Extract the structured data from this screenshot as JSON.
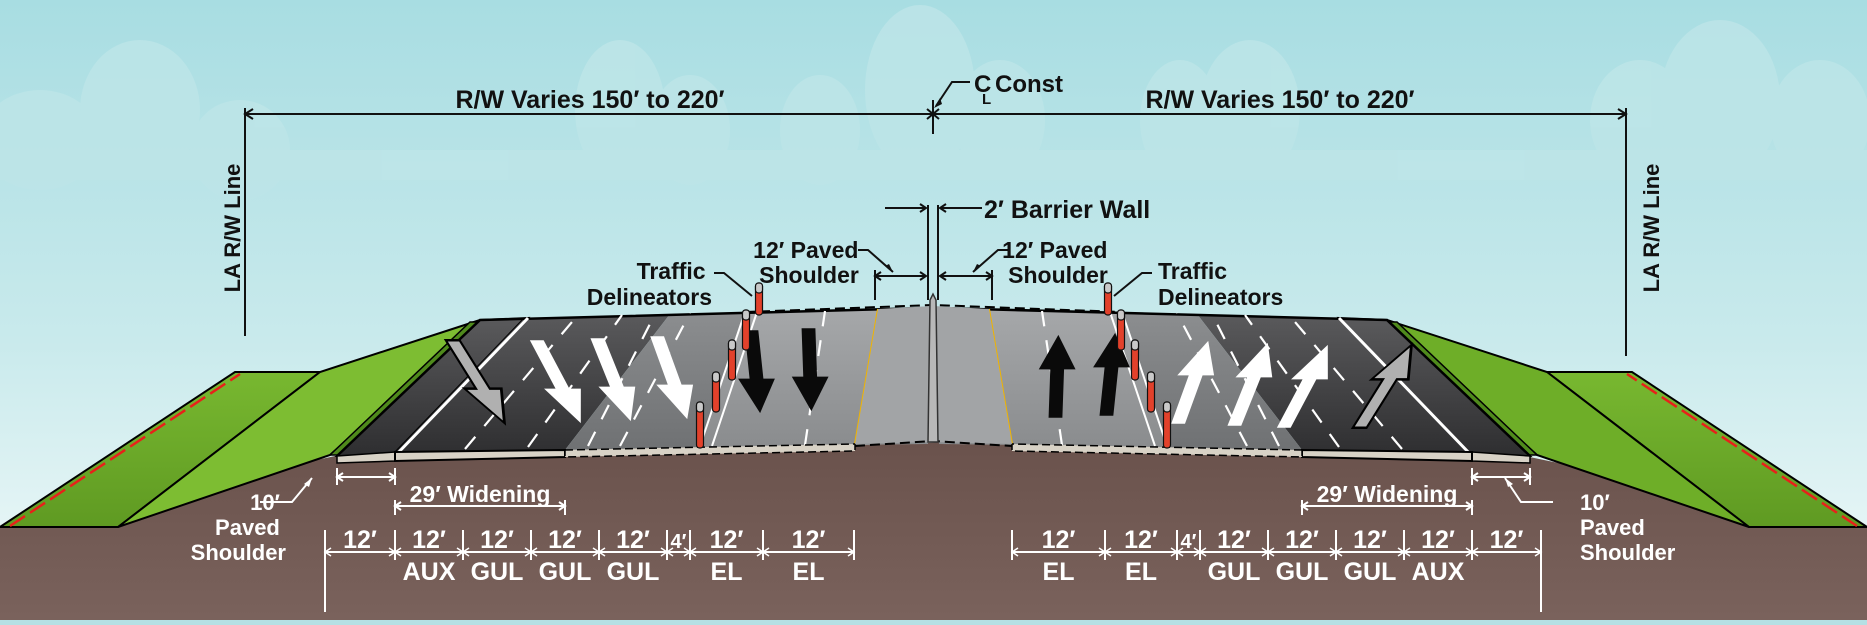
{
  "colors": {
    "sky_top": "#a8dde2",
    "sky_bottom": "#eef8f8",
    "cloud": "#bfe6e9",
    "soil": "#6e5650",
    "grass": "#6ba82a",
    "grass_dark": "#4f8a1c",
    "asphalt_dark": "#3c3c3e",
    "asphalt_light": "#9a9c9e",
    "concrete": "#d8d2c6",
    "delineator_red": "#e2412b",
    "yellow_edge": "#f0b400",
    "slope_stake": "#e8201a"
  },
  "top": {
    "rw_left": "R/W Varies 150′ to 220′",
    "rw_right": "R/W Varies 150′ to 220′",
    "centerline_symbol": "C",
    "centerline_sub": "L",
    "centerline_label": "Const",
    "la_rw_left": "LA R/W Line",
    "la_rw_right": "LA R/W Line"
  },
  "median": {
    "barrier": "2′ Barrier Wall",
    "shoulder_left": [
      "12′ Paved",
      "Shoulder"
    ],
    "shoulder_right": [
      "12′ Paved",
      "Shoulder"
    ],
    "delineators_left": [
      "Traffic",
      "Delineators"
    ],
    "delineators_right": [
      "Traffic",
      "Delineators"
    ]
  },
  "left_side": {
    "outer_shoulder": [
      "10′",
      "Paved",
      "Shoulder"
    ],
    "widening": "29′ Widening",
    "lanes": [
      {
        "width": "12′",
        "type": ""
      },
      {
        "width": "12′",
        "type": "AUX"
      },
      {
        "width": "12′",
        "type": "GUL"
      },
      {
        "width": "12′",
        "type": "GUL"
      },
      {
        "width": "12′",
        "type": "GUL"
      },
      {
        "width": "4′",
        "type": ""
      },
      {
        "width": "12′",
        "type": "EL"
      },
      {
        "width": "12′",
        "type": "EL"
      }
    ]
  },
  "right_side": {
    "outer_shoulder": [
      "10′",
      "Paved",
      "Shoulder"
    ],
    "widening": "29′ Widening",
    "lanes": [
      {
        "width": "12′",
        "type": "EL"
      },
      {
        "width": "12′",
        "type": "EL"
      },
      {
        "width": "4′",
        "type": ""
      },
      {
        "width": "12′",
        "type": "GUL"
      },
      {
        "width": "12′",
        "type": "GUL"
      },
      {
        "width": "12′",
        "type": "GUL"
      },
      {
        "width": "12′",
        "type": "AUX"
      },
      {
        "width": "12′",
        "type": ""
      }
    ]
  },
  "arrows": {
    "left": [
      "outline-gray",
      "white",
      "white",
      "white",
      "black",
      "black"
    ],
    "right": [
      "black",
      "black",
      "white",
      "white",
      "white",
      "outline-gray"
    ]
  }
}
